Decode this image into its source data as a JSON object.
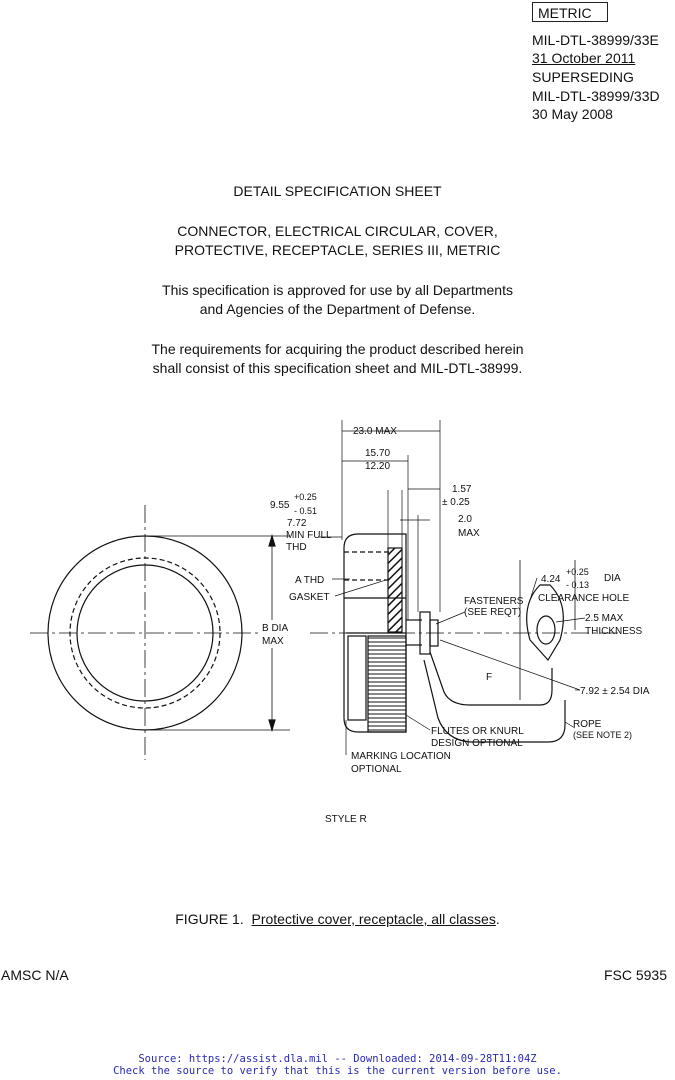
{
  "header": {
    "metric": "METRIC",
    "doc_number": "MIL-DTL-38999/33E",
    "date": "31 October 2011",
    "superseding": "SUPERSEDING",
    "superseded_number": "MIL-DTL-38999/33D",
    "superseded_date": "30 May 2008"
  },
  "title": {
    "sheet": "DETAIL SPECIFICATION SHEET",
    "line1": "CONNECTOR, ELECTRICAL CIRCULAR, COVER,",
    "line2": "PROTECTIVE, RECEPTACLE, SERIES III, METRIC"
  },
  "approval": {
    "line1": "This specification is approved for use by all Departments",
    "line2": "and Agencies of the Department of Defense."
  },
  "requirements": {
    "line1": "The requirements for acquiring the product described herein",
    "line2": "shall consist of this specification sheet and MIL-DTL-38999."
  },
  "drawing": {
    "dim_23": "23.0 MAX",
    "dim_1570": "15.70",
    "dim_1220": "12.20",
    "dim_157": "1.57",
    "dim_025": "± 0.25",
    "dim_955": "9.55",
    "dim_955_plus": "+0.25",
    "dim_955_minus": "- 0.51",
    "dim_772": "7.72",
    "min_full": "MIN FULL",
    "thd": "THD",
    "dim_20": "2.0",
    "max": "MAX",
    "a_thd": "A THD",
    "gasket": "GASKET",
    "b_dia": "B DIA",
    "b_max": "MAX",
    "dim_424": "4.24",
    "dim_424_plus": "+0.25",
    "dim_424_minus": "- 0.13",
    "dia": "DIA",
    "clearance_hole": "CLEARANCE HOLE",
    "fasteners": "FASTENERS",
    "see_reqt": "(SEE REQT)",
    "dim_25": "2.5 MAX",
    "thickness": "THICKNESS",
    "f_label": "F",
    "dim_792": "7.92 ± 2.54 DIA",
    "rope": "ROPE",
    "see_note2": "(SEE NOTE 2)",
    "flutes": "FLUTES OR KNURL",
    "design_optional": "DESIGN OPTIONAL",
    "marking": "MARKING LOCATION",
    "optional": "OPTIONAL",
    "style": "STYLE R"
  },
  "figure": {
    "label": "FIGURE 1.",
    "caption": "Protective cover, receptacle, all classes"
  },
  "footer": {
    "amsc": "AMSC N/A",
    "fsc": "FSC 5935"
  },
  "source": {
    "line1": "Source: https://assist.dla.mil -- Downloaded: 2014-09-28T11:04Z",
    "line2": "Check the source to verify that this is the current version before use."
  }
}
